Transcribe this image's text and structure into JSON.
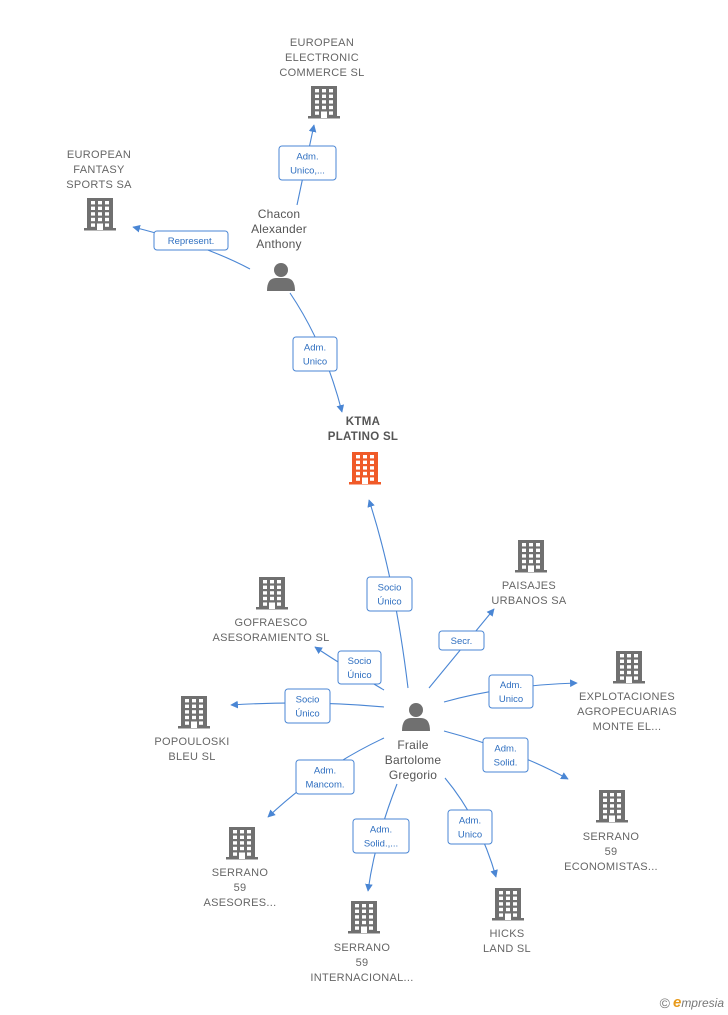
{
  "colors": {
    "edge": "#4a86d4",
    "building": "#707070",
    "main_building": "#f05a28",
    "person": "#707070"
  },
  "nodes": [
    {
      "id": "european-electronic",
      "type": "company",
      "lines": [
        "EUROPEAN",
        "ELECTRONIC",
        "COMMERCE SL"
      ]
    },
    {
      "id": "european-fantasy",
      "type": "company",
      "lines": [
        "EUROPEAN",
        "FANTASY",
        "SPORTS SA"
      ]
    },
    {
      "id": "chacon",
      "type": "person",
      "lines": [
        "Chacon",
        "Alexander",
        "Anthony"
      ]
    },
    {
      "id": "ktma",
      "type": "company",
      "main": true,
      "lines": [
        "KTMA",
        "PLATINO  SL"
      ]
    },
    {
      "id": "paisajes",
      "type": "company",
      "lines": [
        "PAISAJES",
        "URBANOS SA"
      ]
    },
    {
      "id": "gofraesco",
      "type": "company",
      "lines": [
        "GOFRAESCO",
        "ASESORAMIENTO SL"
      ]
    },
    {
      "id": "explotaciones",
      "type": "company",
      "lines": [
        "EXPLOTACIONES",
        "AGROPECUARIAS",
        "MONTE EL..."
      ]
    },
    {
      "id": "popouloski",
      "type": "company",
      "lines": [
        "POPOULOSKI",
        "BLEU  SL"
      ]
    },
    {
      "id": "fraile",
      "type": "person",
      "lines": [
        "Fraile",
        "Bartolome",
        "Gregorio"
      ]
    },
    {
      "id": "serrano-economistas",
      "type": "company",
      "lines": [
        "SERRANO",
        "59",
        "ECONOMISTAS..."
      ]
    },
    {
      "id": "serrano-asesores",
      "type": "company",
      "lines": [
        "SERRANO",
        "59",
        "ASESORES..."
      ]
    },
    {
      "id": "hicks",
      "type": "company",
      "lines": [
        "HICKS",
        "LAND  SL"
      ]
    },
    {
      "id": "serrano-internacional",
      "type": "company",
      "lines": [
        "SERRANO",
        "59",
        "INTERNACIONAL..."
      ]
    }
  ],
  "edges": [
    {
      "from": "chacon",
      "to": "european-electronic",
      "lines": [
        "Adm.",
        "Unico,..."
      ]
    },
    {
      "from": "chacon",
      "to": "european-fantasy",
      "lines": [
        "Represent."
      ]
    },
    {
      "from": "chacon",
      "to": "ktma",
      "lines": [
        "Adm.",
        "Unico"
      ]
    },
    {
      "from": "fraile",
      "to": "ktma",
      "lines": [
        "Socio",
        "Único"
      ]
    },
    {
      "from": "fraile",
      "to": "paisajes",
      "lines": [
        "Secr."
      ]
    },
    {
      "from": "fraile",
      "to": "gofraesco",
      "lines": [
        "Socio",
        "Único"
      ]
    },
    {
      "from": "fraile",
      "to": "explotaciones",
      "lines": [
        "Adm.",
        "Unico"
      ]
    },
    {
      "from": "fraile",
      "to": "popouloski",
      "lines": [
        "Socio",
        "Único"
      ]
    },
    {
      "from": "fraile",
      "to": "serrano-economistas",
      "lines": [
        "Adm.",
        "Solid."
      ]
    },
    {
      "from": "fraile",
      "to": "serrano-asesores",
      "lines": [
        "Adm.",
        "Mancom."
      ]
    },
    {
      "from": "fraile",
      "to": "serrano-internacional",
      "lines": [
        "Adm.",
        "Solid.,..."
      ]
    },
    {
      "from": "fraile",
      "to": "hicks",
      "lines": [
        "Adm.",
        "Unico"
      ]
    }
  ],
  "brand": {
    "copyright": "©",
    "initial": "e",
    "rest": "mpresia"
  }
}
